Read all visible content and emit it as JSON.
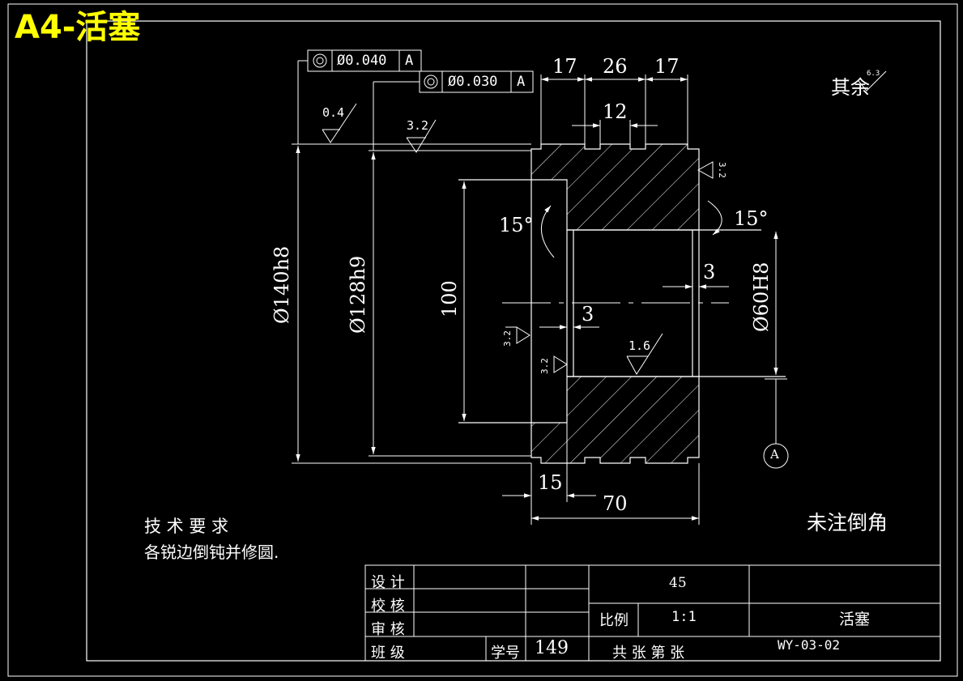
{
  "header": {
    "title": "A4-活塞"
  },
  "tolerance_frames": [
    {
      "symbol": "concentricity",
      "value": "Ø0.040",
      "datum": "A"
    },
    {
      "symbol": "concentricity",
      "value": "Ø0.030",
      "datum": "A"
    }
  ],
  "dimensions": {
    "top_left": "17",
    "top_mid": "26",
    "top_right": "17",
    "groove": "12",
    "d140": "Ø140h8",
    "d128": "Ø128h9",
    "h100": "100",
    "d60": "Ø60H8",
    "angle_left": "15°",
    "angle_right": "15°",
    "dim3_a": "3",
    "dim3_b": "3",
    "dim15": "15",
    "dim70": "70"
  },
  "roughness": {
    "r04": "0.4",
    "r32_top": "3.2",
    "r32_right": "3.2",
    "r32_mid": "3.2",
    "r32_low": "3.2",
    "r16": "1.6",
    "rest": "6.3"
  },
  "datum_label": "A",
  "notes": {
    "rest_label": "其余",
    "chamfer_note": "未注倒角",
    "req_title": "技 术 要 求",
    "req_text": "各锐边倒钝并修圆."
  },
  "title_block": {
    "design": "设 计",
    "check": "校 核",
    "review": "审 核",
    "class": "班 级",
    "student_no_label": "学号",
    "student_no": "149",
    "material": "45",
    "scale_label": "比例",
    "scale": "1:1",
    "part_name": "活塞",
    "sheets": "共 张 第 张",
    "drawing_no": "WY-03-02"
  },
  "colors": {
    "background": "#000000",
    "lines": "#ffffff",
    "title": "#ffff00"
  }
}
